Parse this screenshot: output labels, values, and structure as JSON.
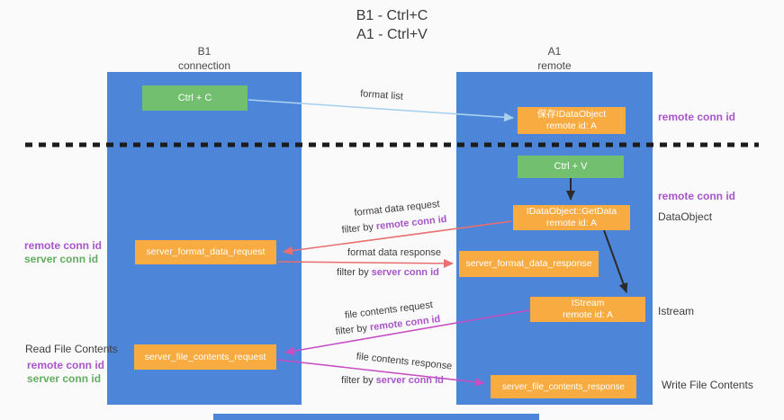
{
  "title": {
    "line1": "B1 - Ctrl+C",
    "line2": "A1 - Ctrl+V"
  },
  "lanes": {
    "left": {
      "name": "B1",
      "role": "connection"
    },
    "right": {
      "name": "A1",
      "role": "remote"
    }
  },
  "nodes": {
    "ctrl_c": {
      "label": "Ctrl + C"
    },
    "save_idataobject": {
      "line1": "保存IDataObject",
      "line2": "remote id: A"
    },
    "ctrl_v": {
      "label": "Ctrl + V"
    },
    "idataobject_getdata": {
      "line1": "IDataObject::GetData",
      "line2": "remote id: A"
    },
    "server_format_data_request": {
      "label": "server_format_data_request"
    },
    "server_format_data_response": {
      "label": "server_format_data_response"
    },
    "istream": {
      "line1": "IStream",
      "line2": "remote id: A"
    },
    "server_file_contents_request": {
      "label": "server_file_contents_request"
    },
    "server_file_contents_response": {
      "label": "server_file_contents_response"
    }
  },
  "edge_labels": {
    "format_list": "format list",
    "format_data_request": "format data request",
    "format_data_request_filter_prefix": "filter by ",
    "format_data_request_filter_key": "remote conn id",
    "format_data_response": "format data response",
    "format_data_response_filter_prefix": "filter by ",
    "format_data_response_filter_key": "server conn id",
    "file_contents_request": "file contents request",
    "file_contents_request_filter_prefix": "filter by ",
    "file_contents_request_filter_key": "remote conn id",
    "file_contents_response": "file contents response",
    "file_contents_response_filter_prefix": "filter by ",
    "file_contents_response_filter_key": "server conn id"
  },
  "side_labels": {
    "right_remote_conn_id_1": "remote conn id",
    "right_remote_conn_id_2": "remote conn id",
    "dataobject": "DataObject",
    "istream": "Istream",
    "write_file_contents": "Write File Contents",
    "left_remote_conn_id_1": "remote conn id",
    "left_server_conn_id_1": "server conn id",
    "read_file_contents": "Read File Contents",
    "left_remote_conn_id_2": "remote conn id",
    "left_server_conn_id_2": "server conn id"
  },
  "colors": {
    "lane": "#4d86d8",
    "node_green": "#72c06f",
    "node_orange": "#f8ab40",
    "arrow_light_blue": "#a8d2ef",
    "arrow_black": "#2b2b2b",
    "arrow_red": "#e86f6f",
    "arrow_magenta": "#c74fc4",
    "label_purple": "#a855cc",
    "label_green": "#62ae5f"
  }
}
